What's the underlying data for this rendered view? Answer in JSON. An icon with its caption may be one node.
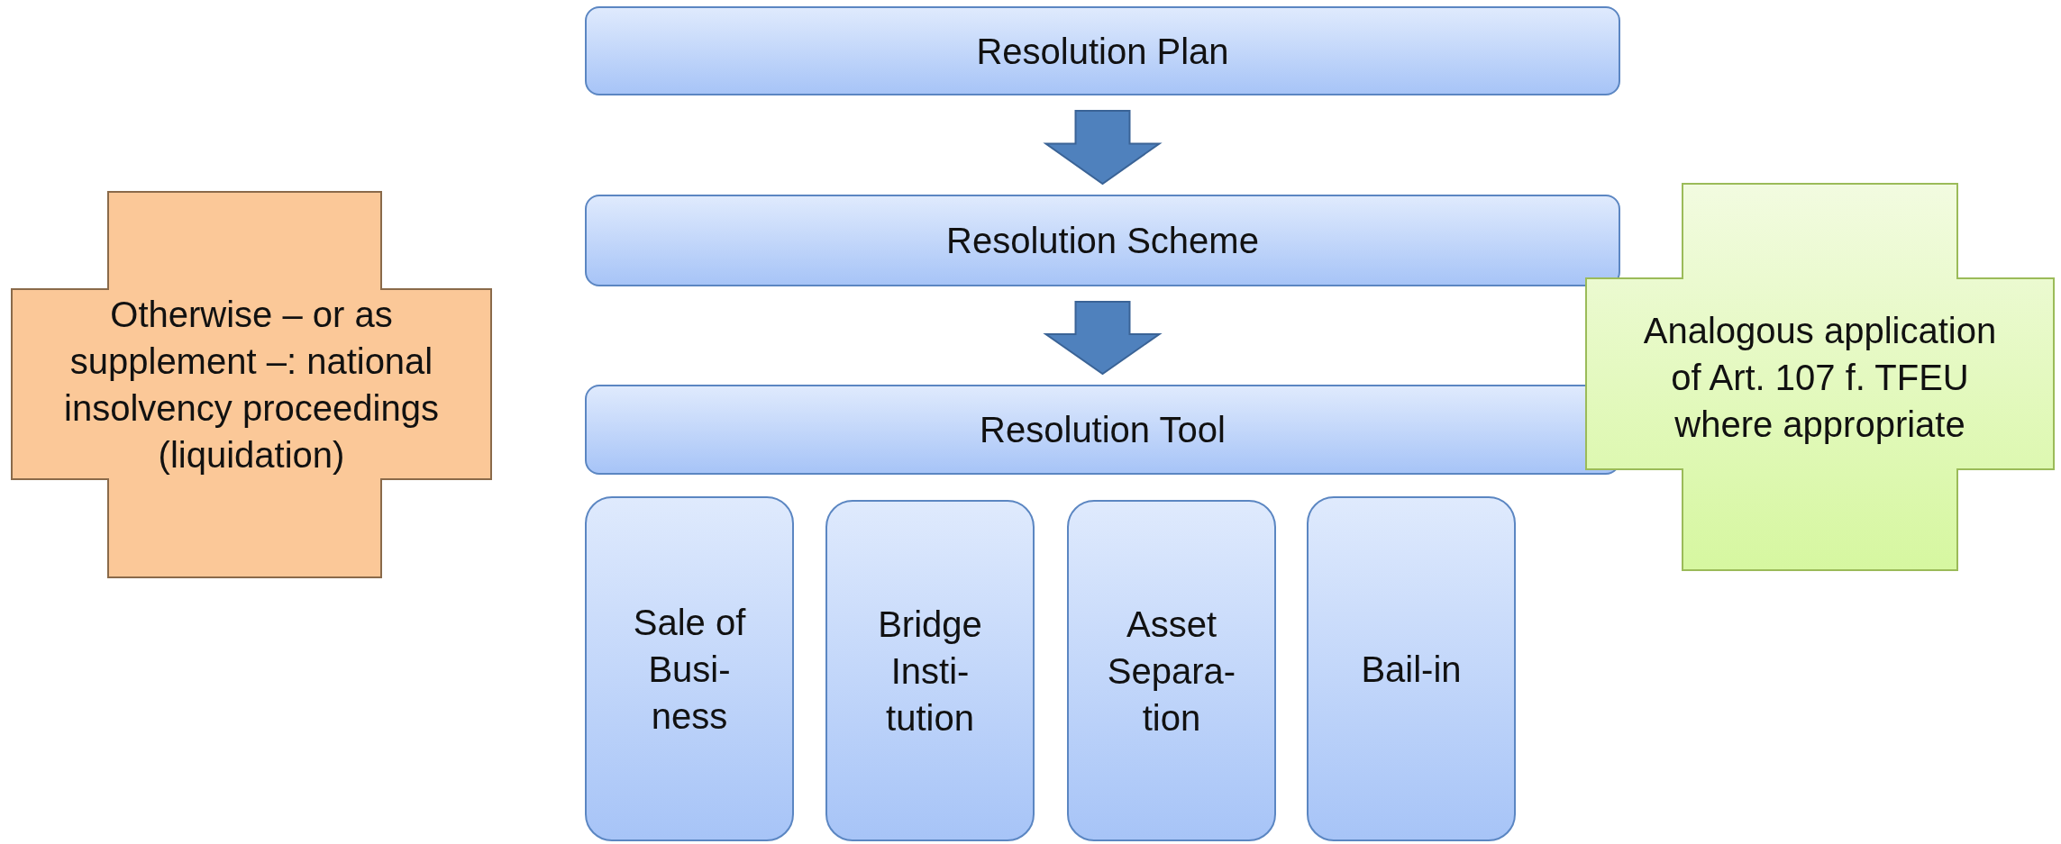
{
  "diagram": {
    "nodes": [
      {
        "text": [
          "Resolution Plan"
        ]
      },
      {
        "text": [
          "Resolution Scheme"
        ]
      },
      {
        "text": [
          "Resolution Tool"
        ]
      },
      {
        "text": [
          "Sale of Busi- ness"
        ]
      },
      {
        "text": [
          "Bridge Insti- tution"
        ]
      },
      {
        "text": [
          "Asset Separa- tion"
        ]
      },
      {
        "text": [
          "Bail-in"
        ]
      },
      {
        "text": [
          "Otherwise – or as supplement –: national insolvency proceedings (liquidation)"
        ]
      },
      {
        "text": [
          "Analogous application of Art. 107 f. TFEU where appropriate"
        ]
      }
    ],
    "edges": [
      {
        "from": 0,
        "to": 1,
        "arrow": "to"
      },
      {
        "from": 1,
        "to": 2,
        "arrow": "to"
      }
    ]
  }
}
